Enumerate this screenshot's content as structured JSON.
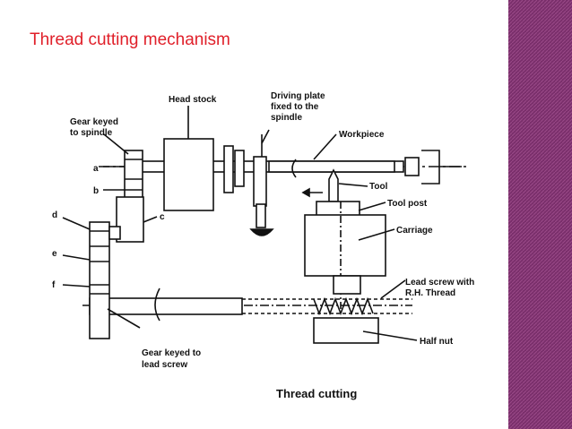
{
  "slide": {
    "title": "Thread cutting mechanism",
    "title_color": "#e0202a",
    "sidebar_color": "#8b3a7a"
  },
  "diagram": {
    "caption": "Thread cutting",
    "labels": {
      "head_stock": "Head stock",
      "driving_plate_1": "Driving plate",
      "driving_plate_2": "fixed to the",
      "driving_plate_3": "spindle",
      "gear_keyed_spindle_1": "Gear keyed",
      "gear_keyed_spindle_2": "to spindle",
      "workpiece": "Workpiece",
      "tool": "Tool",
      "tool_post": "Tool post",
      "carriage": "Carriage",
      "lead_screw_1": "Lead screw with",
      "lead_screw_2": "R.H. Thread",
      "half_nut": "Half nut",
      "gear_keyed_lead_1": "Gear keyed to",
      "gear_keyed_lead_2": "lead screw",
      "a": "a",
      "b": "b",
      "c": "c",
      "d": "d",
      "e": "e",
      "f": "f"
    }
  }
}
